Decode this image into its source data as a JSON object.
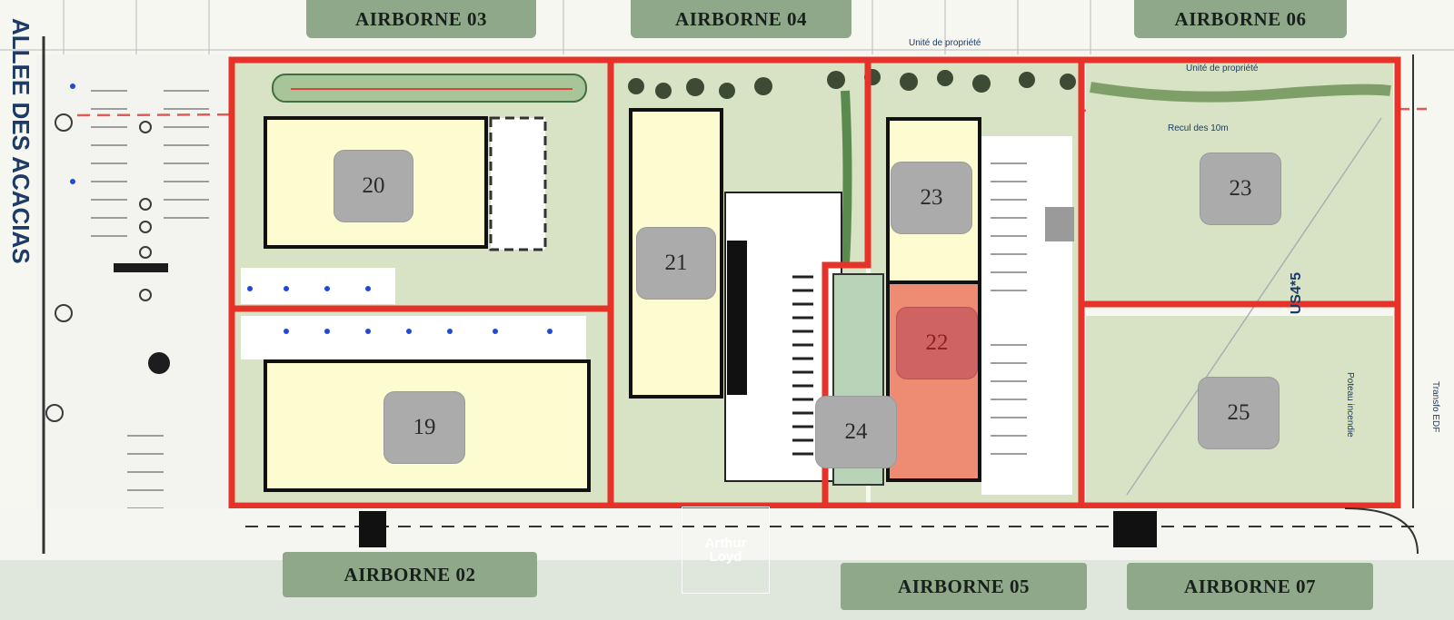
{
  "street_label": "ALLEE DES ACACIAS",
  "building_tags": [
    {
      "id": "airborne-03",
      "label": "AIRBORNE 03"
    },
    {
      "id": "airborne-04",
      "label": "AIRBORNE 04"
    },
    {
      "id": "airborne-06",
      "label": "AIRBORNE 06"
    },
    {
      "id": "airborne-02",
      "label": "AIRBORNE 02"
    },
    {
      "id": "airborne-05",
      "label": "AIRBORNE 05"
    },
    {
      "id": "airborne-07",
      "label": "AIRBORNE 07"
    }
  ],
  "lots": [
    {
      "id": "lot-20",
      "label": "20",
      "highlighted": false
    },
    {
      "id": "lot-21",
      "label": "21",
      "highlighted": false
    },
    {
      "id": "lot-23-left",
      "label": "23",
      "highlighted": false
    },
    {
      "id": "lot-23-right",
      "label": "23",
      "highlighted": false
    },
    {
      "id": "lot-22",
      "label": "22",
      "highlighted": true
    },
    {
      "id": "lot-19",
      "label": "19",
      "highlighted": false
    },
    {
      "id": "lot-24",
      "label": "24",
      "highlighted": false
    },
    {
      "id": "lot-25",
      "label": "25",
      "highlighted": false
    }
  ],
  "plan_annotations": {
    "property_unit_top": "Unité de propriété",
    "property_unit_right": "Unité de propriété",
    "setback": "Recul des 10m",
    "hydrant": "Poteau incendie",
    "zone_code": "US4*5",
    "edf": "Transfo EDF"
  },
  "logo": {
    "line1": "Arthur",
    "line2": "Loyd"
  },
  "colors": {
    "boundary_red": "#e5332a",
    "lot_fill_yellow": "#fdfcd0",
    "lot_highlight": "#ee8c73",
    "tag_green": "#8fa889",
    "lot_badge_gray": "#ababab",
    "grass": "#d8e3c6"
  }
}
